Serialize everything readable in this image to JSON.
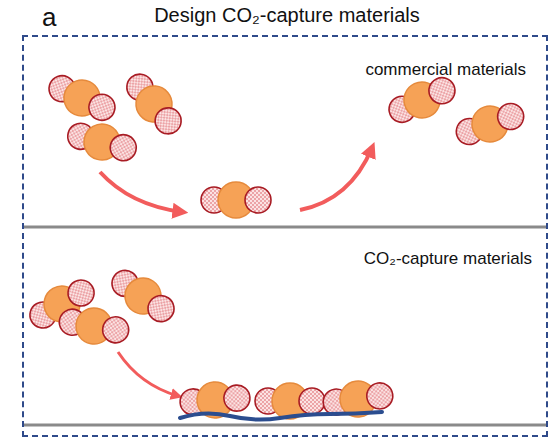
{
  "diagram": {
    "nodes": [
      {
        "text": [
          "Design CO₂-capture materials"
        ]
      },
      {
        "text": [
          "commercial materials"
        ],
        "in": 0
      },
      {
        "text": [
          "CO₂-capture materials"
        ],
        "in": 0
      }
    ],
    "labels": [
      "a"
    ]
  }
}
